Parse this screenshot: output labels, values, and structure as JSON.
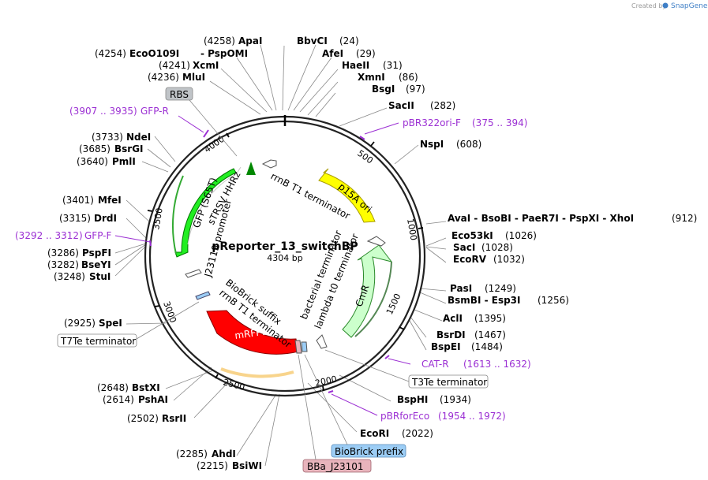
{
  "watermark": {
    "prefix": "Created by",
    "brand": "SnapGene"
  },
  "plasmid": {
    "name": "pReporter_13_switchBP",
    "size_label": "4304 bp"
  },
  "ticks": [
    "500",
    "1000",
    "1500",
    "2000",
    "2500",
    "3000",
    "3500",
    "4000"
  ],
  "sites": [
    {
      "name": "ApaI",
      "pos": "(4258)"
    },
    {
      "name": "BbvCI",
      "pos": "(24)"
    },
    {
      "name": "EcoO109I",
      "pos": "(4254)"
    },
    {
      "name": "- PspOMI",
      "pos": ""
    },
    {
      "name": "AfeI",
      "pos": "(29)"
    },
    {
      "name": "XcmI",
      "pos": "(4241)"
    },
    {
      "name": "HaeII",
      "pos": "(31)"
    },
    {
      "name": "MluI",
      "pos": "(4236)"
    },
    {
      "name": "XmnI",
      "pos": "(86)"
    },
    {
      "name": "BsgI",
      "pos": "(97)"
    },
    {
      "name": "SacII",
      "pos": "(282)"
    },
    {
      "name": "NspI",
      "pos": "(608)"
    },
    {
      "name": "AvaI - BsoBI - PaeR7I - PspXI - XhoI",
      "pos": "(912)"
    },
    {
      "name": "Eco53kI",
      "pos": "(1026)"
    },
    {
      "name": "SacI",
      "pos": "(1028)"
    },
    {
      "name": "EcoRV",
      "pos": "(1032)"
    },
    {
      "name": "PasI",
      "pos": "(1249)"
    },
    {
      "name": "BsmBI - Esp3I",
      "pos": "(1256)"
    },
    {
      "name": "AclI",
      "pos": "(1395)"
    },
    {
      "name": "BsrDI",
      "pos": "(1467)"
    },
    {
      "name": "BspEI",
      "pos": "(1484)"
    },
    {
      "name": "BspHI",
      "pos": "(1934)"
    },
    {
      "name": "EcoRI",
      "pos": "(2022)"
    },
    {
      "name": "AhdI",
      "pos": "(2285)"
    },
    {
      "name": "BsiWI",
      "pos": "(2215)"
    },
    {
      "name": "RsrII",
      "pos": "(2502)"
    },
    {
      "name": "BstXI",
      "pos": "(2648)"
    },
    {
      "name": "PshAI",
      "pos": "(2614)"
    },
    {
      "name": "SpeI",
      "pos": "(2925)"
    },
    {
      "name": "StuI",
      "pos": "(3248)"
    },
    {
      "name": "BseYI",
      "pos": "(3282)"
    },
    {
      "name": "PspFI",
      "pos": "(3286)"
    },
    {
      "name": "DrdI",
      "pos": "(3315)"
    },
    {
      "name": "MfeI",
      "pos": "(3401)"
    },
    {
      "name": "PmlI",
      "pos": "(3640)"
    },
    {
      "name": "BsrGI",
      "pos": "(3685)"
    },
    {
      "name": "NdeI",
      "pos": "(3733)"
    }
  ],
  "primers": [
    {
      "name": "GFP-R",
      "range": "(3907 .. 3935)"
    },
    {
      "name": "pBR322ori-F",
      "range": "(375 .. 394)"
    },
    {
      "name": "CAT-R",
      "range": "(1613 .. 1632)"
    },
    {
      "name": "pBRforEco",
      "range": "(1954 .. 1972)"
    },
    {
      "name": "GFP-F",
      "range": "(3292 .. 3312)"
    }
  ],
  "boxes": [
    {
      "name": "RBS",
      "color": "#c0c4c8"
    },
    {
      "name": "T7Te terminator",
      "color": "#ffffff"
    },
    {
      "name": "T3Te terminator",
      "color": "#ffffff"
    },
    {
      "name": "BioBrick prefix",
      "color": "#9ccdf5"
    },
    {
      "name": "BBa_J23101",
      "color": "#e8b4bc"
    }
  ],
  "features": [
    {
      "name": "p15A ori",
      "color": "#ffff00"
    },
    {
      "name": "CmR",
      "color": "#ccffcc"
    },
    {
      "name": "mRFP1",
      "color": "#ff0000"
    },
    {
      "name": "GFP (S65T)",
      "color": "#22ee22"
    }
  ],
  "inner_labels": [
    "rrnB T1 terminator",
    "sTRSV HHRz",
    "J23119 promoter",
    "bacterial terminator",
    "lambda t0 terminator",
    "BioBrick suffix",
    "rrnB T1 terminator"
  ]
}
